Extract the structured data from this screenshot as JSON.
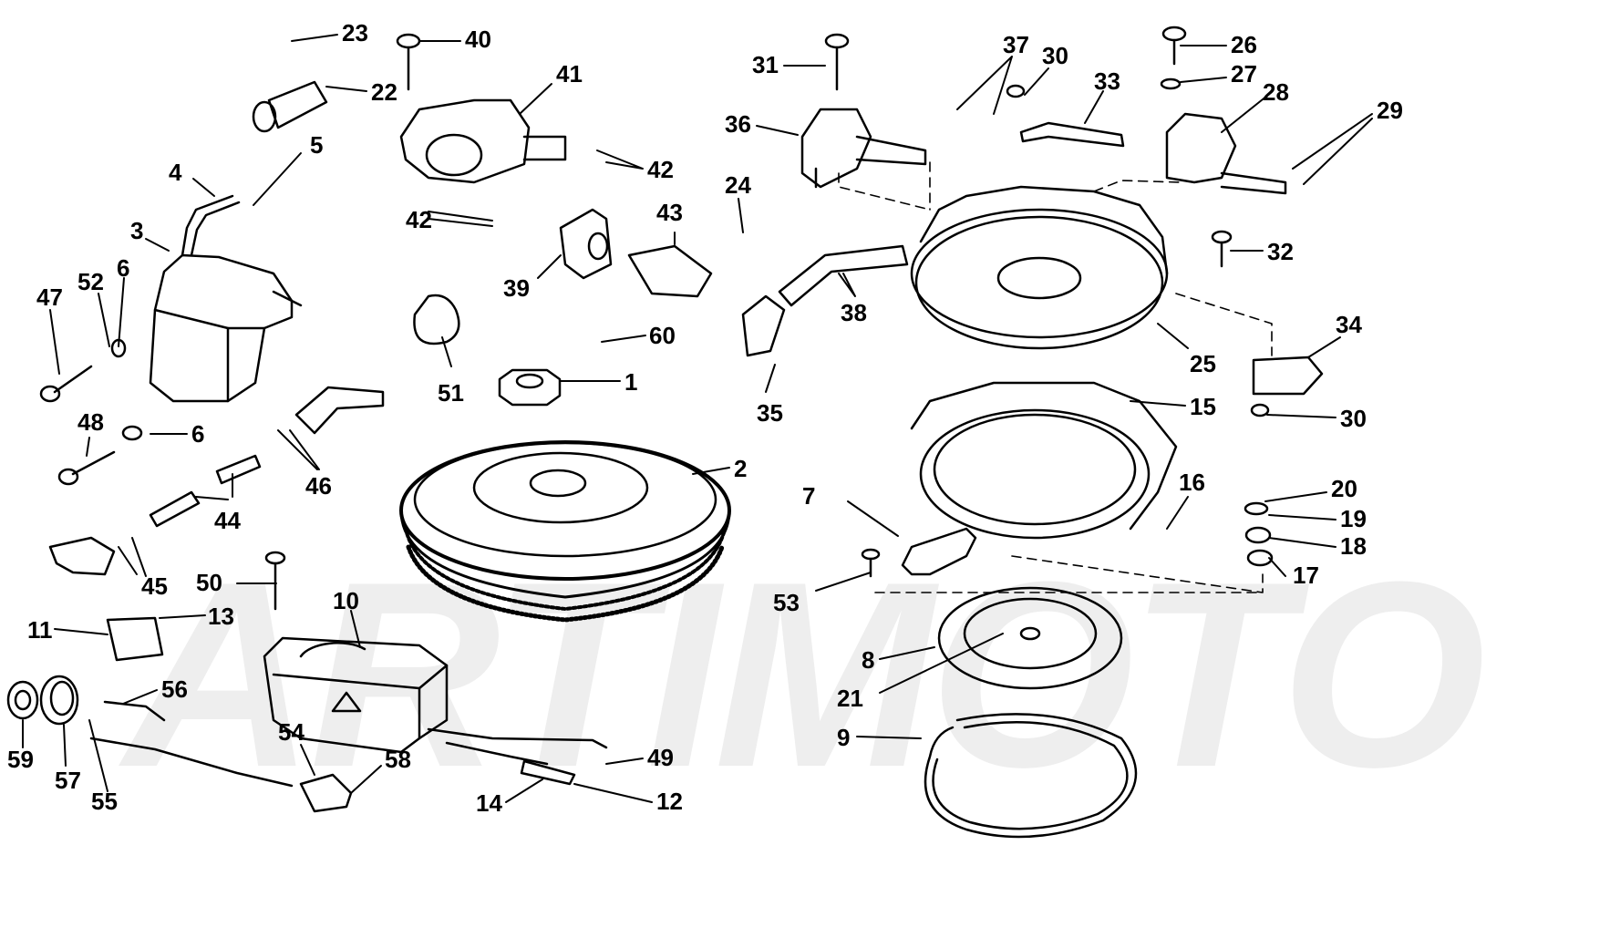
{
  "diagram": {
    "watermark": "ARTIMOTO",
    "callouts": [
      {
        "id": "c1",
        "label": "1"
      },
      {
        "id": "c2",
        "label": "2"
      },
      {
        "id": "c3",
        "label": "3"
      },
      {
        "id": "c4",
        "label": "4"
      },
      {
        "id": "c5",
        "label": "5"
      },
      {
        "id": "c6a",
        "label": "6"
      },
      {
        "id": "c6b",
        "label": "6"
      },
      {
        "id": "c7",
        "label": "7"
      },
      {
        "id": "c8",
        "label": "8"
      },
      {
        "id": "c9",
        "label": "9"
      },
      {
        "id": "c10",
        "label": "10"
      },
      {
        "id": "c11",
        "label": "11"
      },
      {
        "id": "c12",
        "label": "12"
      },
      {
        "id": "c13",
        "label": "13"
      },
      {
        "id": "c14",
        "label": "14"
      },
      {
        "id": "c15",
        "label": "15"
      },
      {
        "id": "c16",
        "label": "16"
      },
      {
        "id": "c17",
        "label": "17"
      },
      {
        "id": "c18",
        "label": "18"
      },
      {
        "id": "c19",
        "label": "19"
      },
      {
        "id": "c20",
        "label": "20"
      },
      {
        "id": "c21",
        "label": "21"
      },
      {
        "id": "c22",
        "label": "22"
      },
      {
        "id": "c23",
        "label": "23"
      },
      {
        "id": "c24",
        "label": "24"
      },
      {
        "id": "c25",
        "label": "25"
      },
      {
        "id": "c26",
        "label": "26"
      },
      {
        "id": "c27",
        "label": "27"
      },
      {
        "id": "c28",
        "label": "28"
      },
      {
        "id": "c29",
        "label": "29"
      },
      {
        "id": "c30a",
        "label": "30"
      },
      {
        "id": "c30b",
        "label": "30"
      },
      {
        "id": "c31",
        "label": "31"
      },
      {
        "id": "c32",
        "label": "32"
      },
      {
        "id": "c33",
        "label": "33"
      },
      {
        "id": "c34",
        "label": "34"
      },
      {
        "id": "c35",
        "label": "35"
      },
      {
        "id": "c36",
        "label": "36"
      },
      {
        "id": "c37",
        "label": "37"
      },
      {
        "id": "c38",
        "label": "38"
      },
      {
        "id": "c39",
        "label": "39"
      },
      {
        "id": "c40",
        "label": "40"
      },
      {
        "id": "c41",
        "label": "41"
      },
      {
        "id": "c42a",
        "label": "42"
      },
      {
        "id": "c42b",
        "label": "42"
      },
      {
        "id": "c43",
        "label": "43"
      },
      {
        "id": "c44",
        "label": "44"
      },
      {
        "id": "c45",
        "label": "45"
      },
      {
        "id": "c46",
        "label": "46"
      },
      {
        "id": "c47",
        "label": "47"
      },
      {
        "id": "c48",
        "label": "48"
      },
      {
        "id": "c49",
        "label": "49"
      },
      {
        "id": "c50",
        "label": "50"
      },
      {
        "id": "c51",
        "label": "51"
      },
      {
        "id": "c52",
        "label": "52"
      },
      {
        "id": "c53",
        "label": "53"
      },
      {
        "id": "c54",
        "label": "54"
      },
      {
        "id": "c55",
        "label": "55"
      },
      {
        "id": "c56",
        "label": "56"
      },
      {
        "id": "c57",
        "label": "57"
      },
      {
        "id": "c58",
        "label": "58"
      },
      {
        "id": "c59",
        "label": "59"
      },
      {
        "id": "c60",
        "label": "60"
      }
    ]
  }
}
